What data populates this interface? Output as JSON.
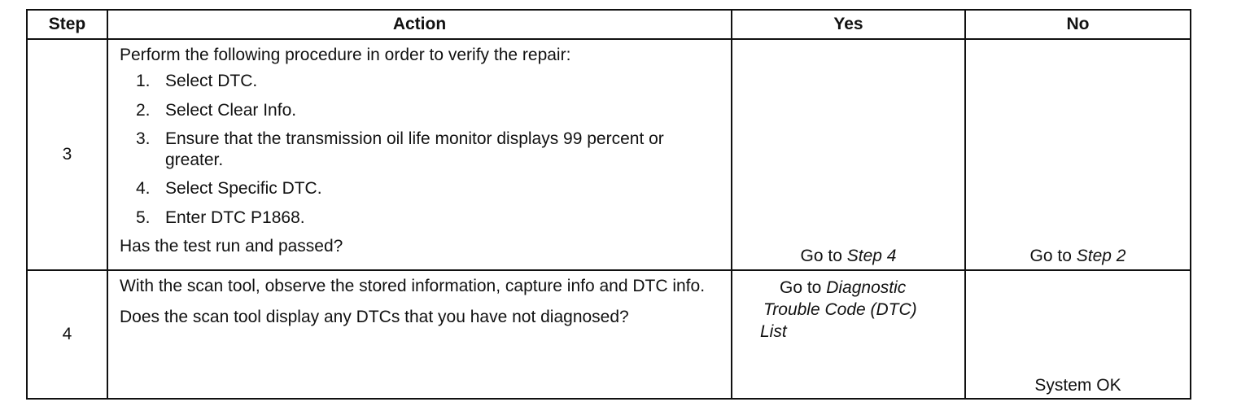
{
  "table": {
    "headers": {
      "step": "Step",
      "action": "Action",
      "yes": "Yes",
      "no": "No"
    },
    "rows": [
      {
        "step": "3",
        "intro": "Perform the following procedure in order to verify the repair:",
        "items": [
          {
            "num": "1.",
            "text": "Select DTC."
          },
          {
            "num": "2.",
            "text": "Select Clear Info."
          },
          {
            "num": "3.",
            "text": "Ensure that the transmission oil life monitor displays 99 percent or greater."
          },
          {
            "num": "4.",
            "text": "Select Specific DTC."
          },
          {
            "num": "5.",
            "text": "Enter DTC P1868."
          }
        ],
        "question": "Has the test run and passed?",
        "yes_prefix": "Go to ",
        "yes_link": "Step 4",
        "no_prefix": "Go to ",
        "no_link": "Step 2"
      },
      {
        "step": "4",
        "text": "With the scan tool, observe the stored information, capture info and DTC info.",
        "question": "Does the scan tool display any DTCs that you have not diagnosed?",
        "yes_prefix": "Go to ",
        "yes_link_1": "Diagnostic",
        "yes_link_2": "Trouble Code (DTC)",
        "yes_link_3": "List",
        "no_text": "System OK"
      }
    ]
  }
}
